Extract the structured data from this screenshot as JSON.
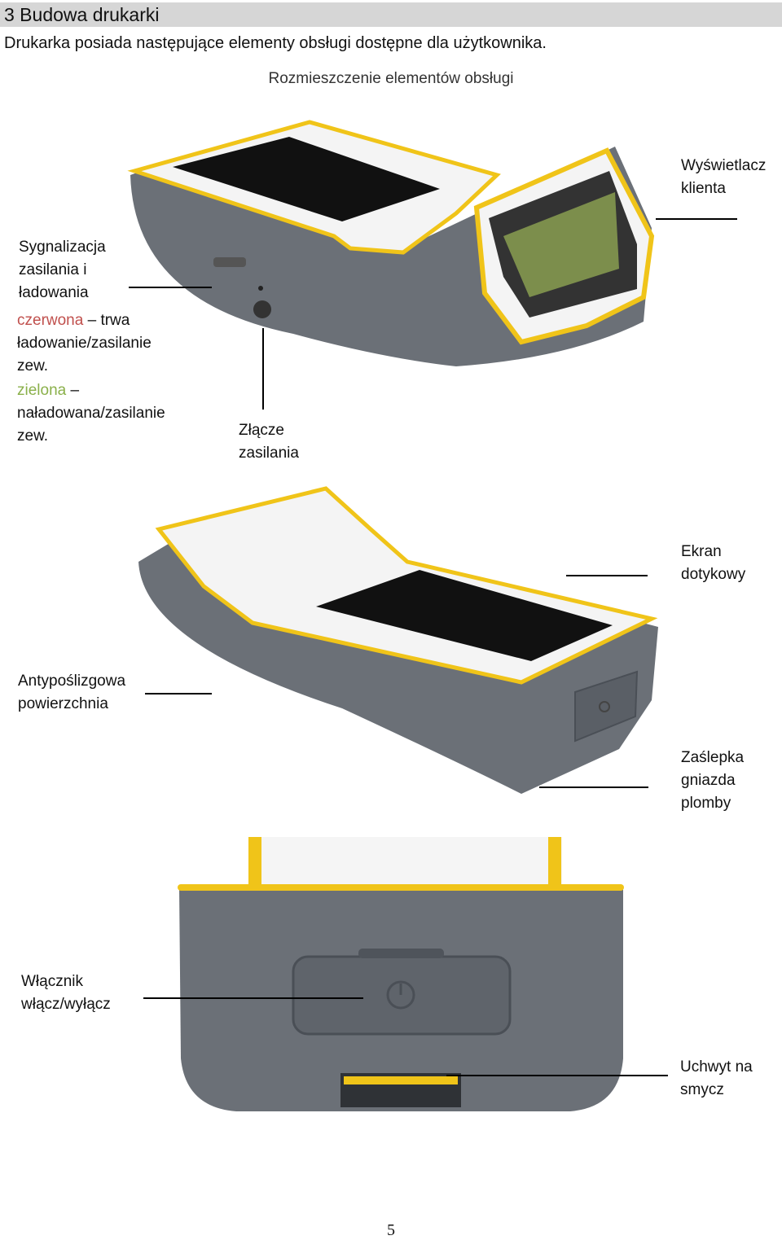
{
  "heading": "3 Budowa drukarki",
  "intro": "Drukarka posiada następujące elementy obsługi dostępne dla użytkownika.",
  "caption": "Rozmieszczenie elementów obsługi",
  "labels": {
    "customer_display": "Wyświetlacz\nklienta",
    "power_signal": "Sygnalizacja\nzasilania i\nładowania",
    "red_word": "czerwona",
    "red_desc": " – trwa\nładowanie/zasilanie\nzew.",
    "green_word": "zielona",
    "green_desc": " –\nnaładowana/zasilanie\nzew.",
    "power_connector": "Złącze\nzasilania",
    "touch_screen": "Ekran\ndotykowy",
    "anti_slip": "Antypoślizgowa\npowierzchnia",
    "seal_cover": "Zaślepka\ngniazda\nplomby",
    "power_switch": "Włącznik\nwłącz/wyłącz",
    "strap_holder": "Uchwyt na\nsmycz"
  },
  "page_number": "5",
  "colors": {
    "body_gray": "#6b7077",
    "accent_yellow": "#f0c419",
    "screen_black": "#111111",
    "lcd_green": "#7c8e4c"
  }
}
